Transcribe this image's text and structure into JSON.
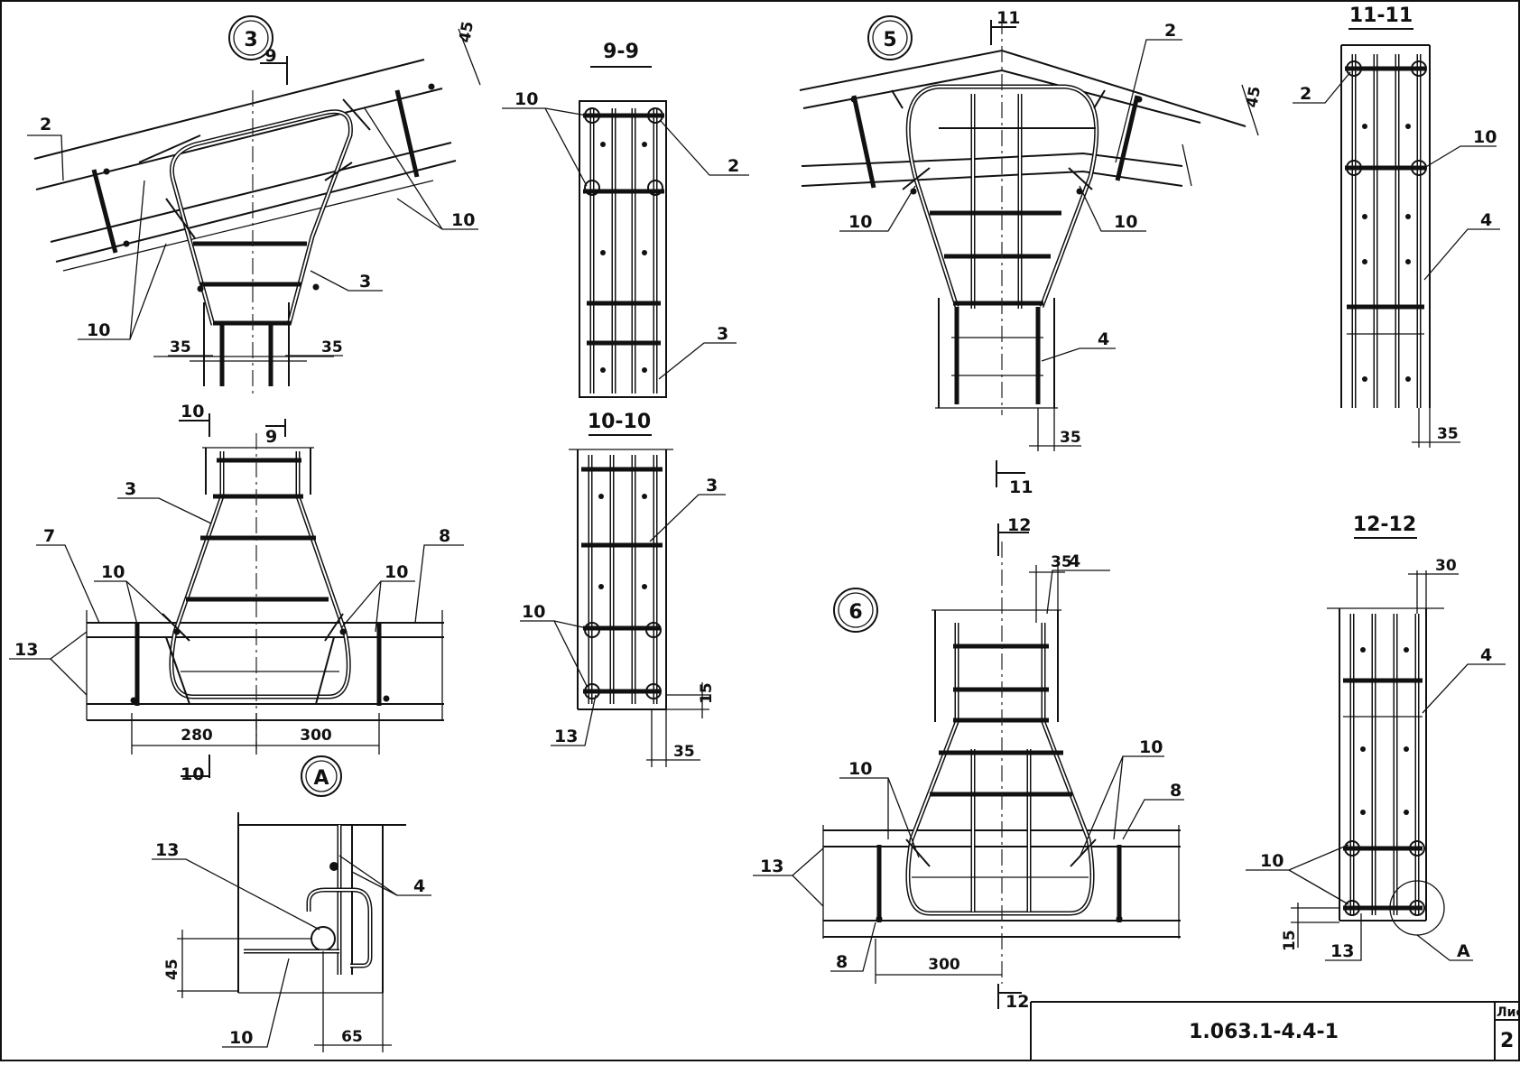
{
  "sheet": {
    "designation": "1.063.1-4.4-1",
    "sheet_label": "Лис",
    "sheet_number": "2"
  },
  "nodes": {
    "node3": "3",
    "node5": "5",
    "node6": "6",
    "nodeA": "A"
  },
  "sections": {
    "s9": "9-9",
    "s10": "10-10",
    "s11": "11-11",
    "s12": "12-12"
  },
  "cut_marks": {
    "m9a": "9",
    "m9b": "9",
    "m10a": "10",
    "m10b": "10",
    "m11a": "11",
    "m11b": "11",
    "m12a": "12",
    "m12b": "12"
  },
  "positions": {
    "p2": "2",
    "p3": "3",
    "p4": "4",
    "p7": "7",
    "p8": "8",
    "p10": "10",
    "p13": "13",
    "pA": "A"
  },
  "dimensions": {
    "d15": "15",
    "d30": "30",
    "d35": "35",
    "d45": "45",
    "d65": "65",
    "d280": "280",
    "d300": "300"
  }
}
